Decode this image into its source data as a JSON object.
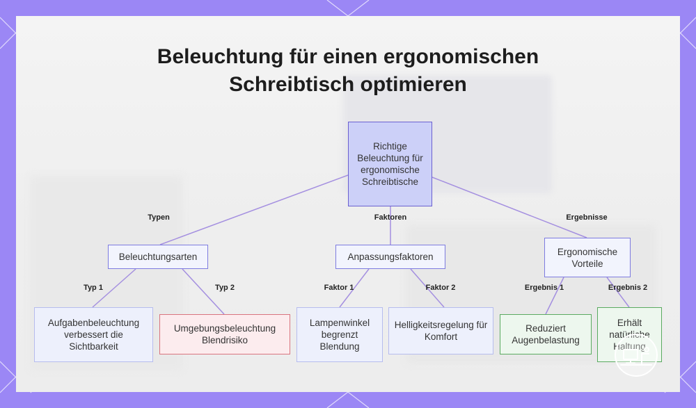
{
  "title_lines": [
    "Beleuchtung für einen ergonomischen",
    "Schreibtisch optimieren"
  ],
  "colors": {
    "frame": "#9b87f5",
    "connector": "#a48fe0",
    "root_fill": "#ccd0f8",
    "red_border": "#d9747e",
    "green_border": "#5aaa60"
  },
  "nodes": {
    "root": "Richtige Beleuchtung für ergonomische Schreibtische",
    "types": "Beleuchtungsarten",
    "factors": "Anpassungsfaktoren",
    "results": "Ergonomische Vorteile",
    "task_light": "Aufgabenbeleuchtung verbessert die Sichtbarkeit",
    "ambient_light": "Umgebungsbeleuchtung Blendrisiko",
    "lamp_angle": "Lampenwinkel begrenzt Blendung",
    "brightness": "Helligkeitsregelung für Komfort",
    "eye_strain": "Reduziert Augenbelastung",
    "posture": "Erhält natürliche Haltung"
  },
  "edge_labels": {
    "types": "Typen",
    "factors": "Faktoren",
    "results": "Ergebnisse",
    "type1": "Typ 1",
    "type2": "Typ 2",
    "factor1": "Faktor 1",
    "factor2": "Faktor 2",
    "result1": "Ergebnis 1",
    "result2": "Ergebnis 2"
  },
  "icons": {
    "corner_logo": "desk-logo-icon"
  }
}
